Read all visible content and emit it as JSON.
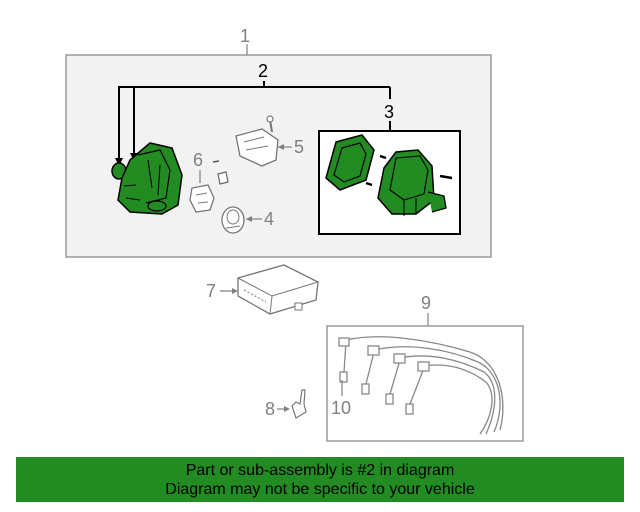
{
  "callouts": {
    "c1": "1",
    "c2": "2",
    "c3": "3",
    "c4": "4",
    "c5": "5",
    "c6": "6",
    "c7": "7",
    "c8": "8",
    "c9": "9",
    "c10": "10"
  },
  "banner": {
    "line1": "Part or sub-assembly is #2 in diagram",
    "line2": "Diagram may not be specific to your vehicle"
  },
  "colors": {
    "highlight": "#228b22",
    "banner_bg": "#228b22",
    "line_gray": "#808080",
    "box_fill": "#f2f2f2"
  },
  "icons": [
    "distributor-icon",
    "cap-gasket-icon",
    "sensor-icon",
    "rotor-icon",
    "ecu-icon",
    "spark-plug-icon",
    "wire-set-icon"
  ]
}
